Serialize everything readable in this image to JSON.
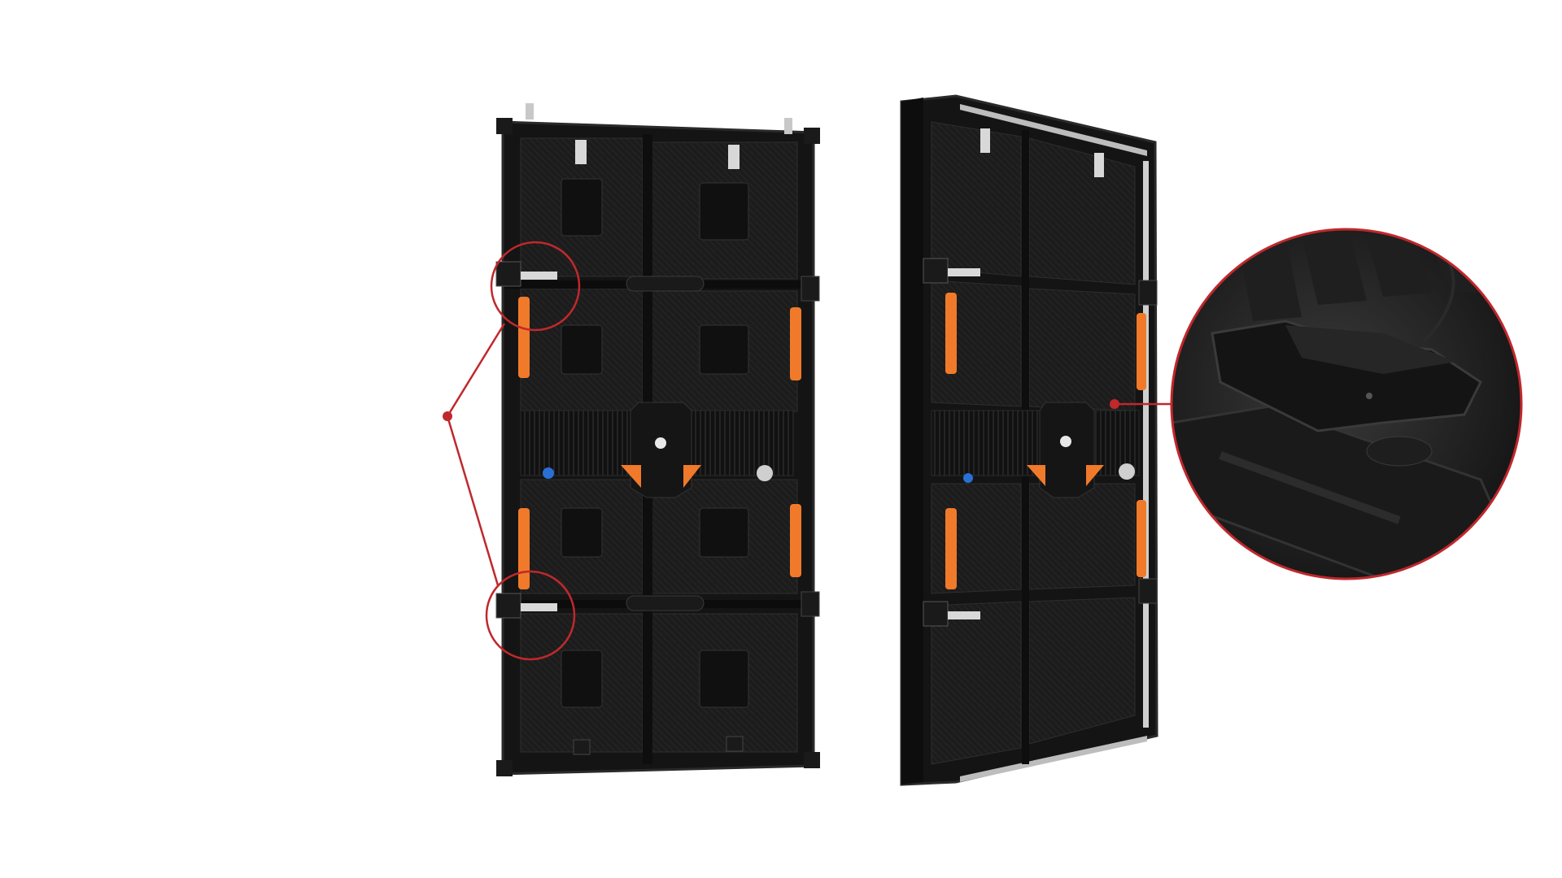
{
  "image": {
    "subject": "led-display-cabinet-rear-views",
    "views": [
      "front-rear-view",
      "angled-rear-view",
      "detail-zoom"
    ]
  },
  "colors": {
    "background": "#ffffff",
    "frame": "#141414",
    "frame_edge": "#2a2a2a",
    "panel": "#1c1c1c",
    "panel_line": "#2e2e2e",
    "accent_orange": "#f07a2a",
    "callout_red": "#c0282c",
    "metal": "#d8d8d8",
    "connector_blue": "#2a6fd6"
  },
  "icons": [
    "callout-circle-icon",
    "lock-latch-icon",
    "handle-icon"
  ]
}
